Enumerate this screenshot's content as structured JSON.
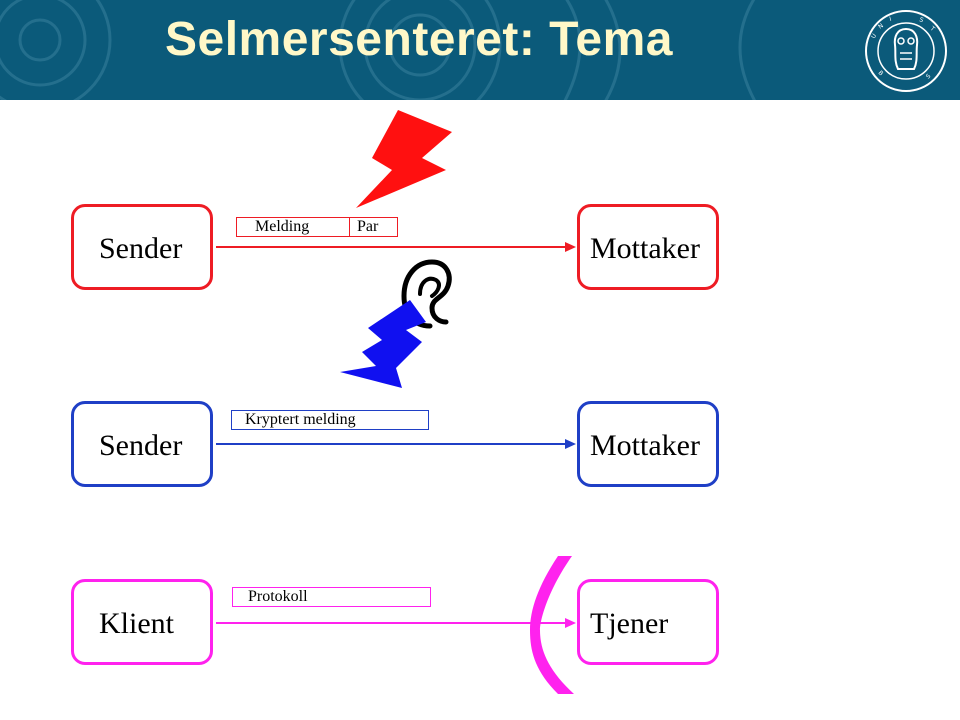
{
  "header": {
    "title": "Selmersenteret: Tema"
  },
  "logo": {
    "name": "universitas-bergensis-seal",
    "text": "UNIVERSITAS BERGENSIS"
  },
  "rows": [
    {
      "left": "Sender",
      "right": "Mottaker",
      "color": "#ee1c24",
      "message": "Melding",
      "message2": "Par"
    },
    {
      "left": "Sender",
      "right": "Mottaker",
      "color": "#1f3fc6",
      "message": "Kryptert melding"
    },
    {
      "left": "Klient",
      "right": "Tjener",
      "color": "#ff22ee",
      "message": "Protokoll"
    }
  ],
  "icons": [
    "red-lightning-icon",
    "ear-icon",
    "blue-lightning-icon",
    "magenta-bracket-icon"
  ]
}
